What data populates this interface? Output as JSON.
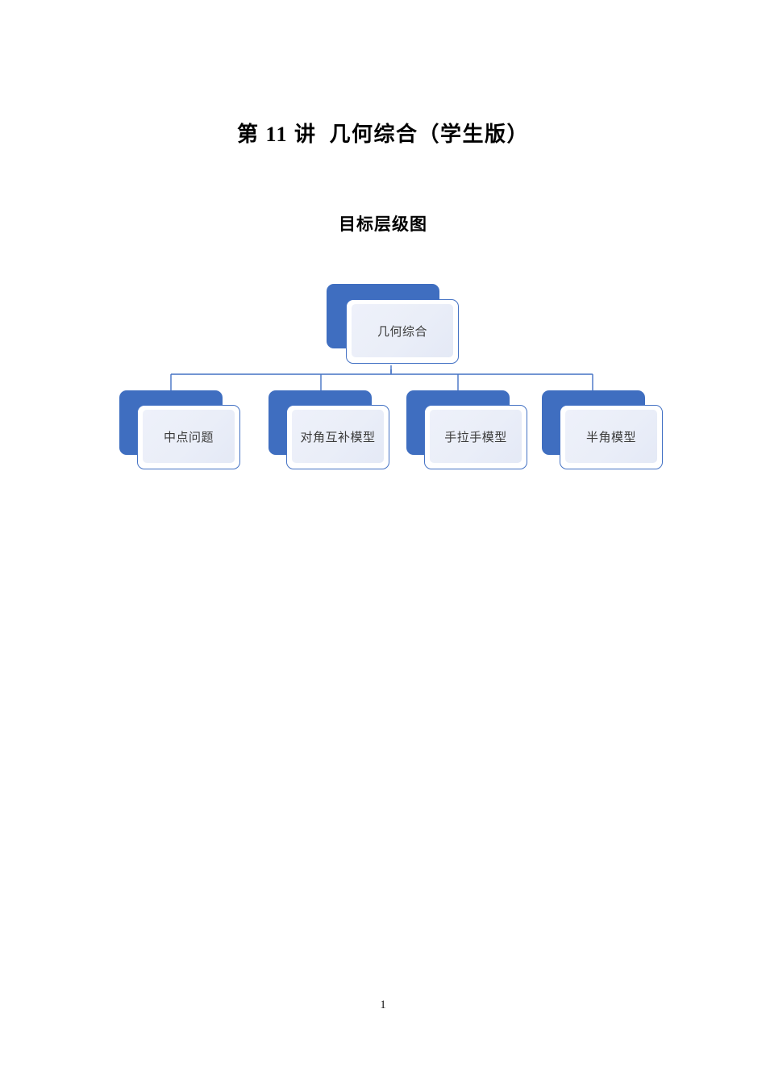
{
  "document": {
    "title": "第 11 讲  几何综合（学生版）",
    "subtitle": "目标层级图",
    "page_number": "1"
  },
  "diagram": {
    "name": "目标层级图",
    "type": "hierarchy",
    "colors": {
      "shadow_blue": "#3f6ec0",
      "border_blue": "#4472c4",
      "inner_fill": "#eaeef8",
      "connector": "#4472c4",
      "label_text": "#3b3b3b"
    },
    "root": {
      "label": "几何综合"
    },
    "children": [
      {
        "label": "中点问题"
      },
      {
        "label": "对角互补模型"
      },
      {
        "label": "手拉手模型"
      },
      {
        "label": "半角模型"
      }
    ]
  }
}
